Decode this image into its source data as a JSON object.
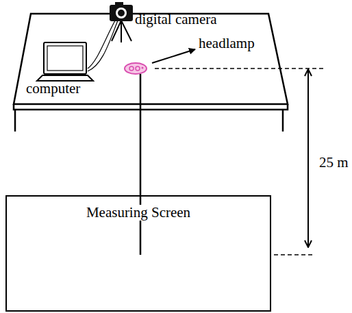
{
  "diagram": {
    "nodes": [
      {
        "text": [
          "Measuring Screen"
        ]
      }
    ],
    "labels": [
      "digital camera",
      "headlamp",
      "computer",
      "25 m"
    ]
  }
}
